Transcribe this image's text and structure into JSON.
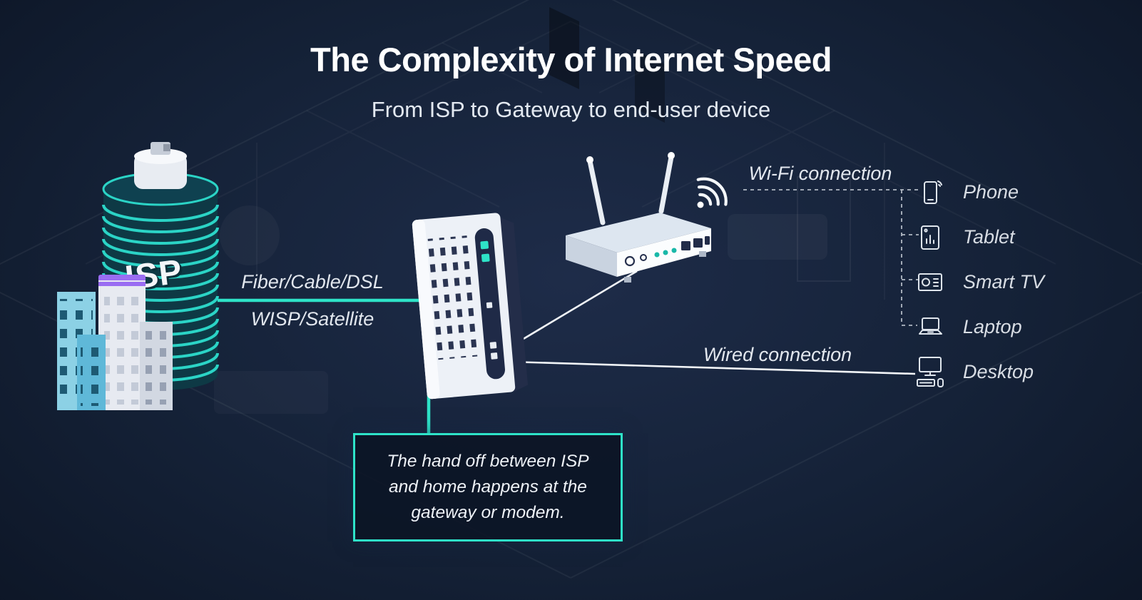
{
  "title": "The Complexity of Internet Speed",
  "subtitle": "From ISP to Gateway to end-user device",
  "isp_building": {
    "label": "ISP"
  },
  "link": {
    "technologies_line1": "Fiber/Cable/DSL",
    "technologies_line2": "WISP/Satellite"
  },
  "connections": {
    "wifi_label": "Wi-Fi connection",
    "wired_label": "Wired connection"
  },
  "devices": [
    {
      "name": "Phone",
      "icon": "phone-icon"
    },
    {
      "name": "Tablet",
      "icon": "tablet-icon"
    },
    {
      "name": "Smart TV",
      "icon": "smart-tv-icon"
    },
    {
      "name": "Laptop",
      "icon": "laptop-icon"
    },
    {
      "name": "Desktop",
      "icon": "desktop-icon"
    }
  ],
  "callout": {
    "text": "The hand off between ISP and home happens at the gateway or modem."
  },
  "colors": {
    "accent_teal": "#2ee3c8",
    "background_dark": "#0b1322",
    "background_mid": "#1e2c49",
    "text_primary": "#ffffff",
    "text_secondary": "#d8dde4"
  }
}
